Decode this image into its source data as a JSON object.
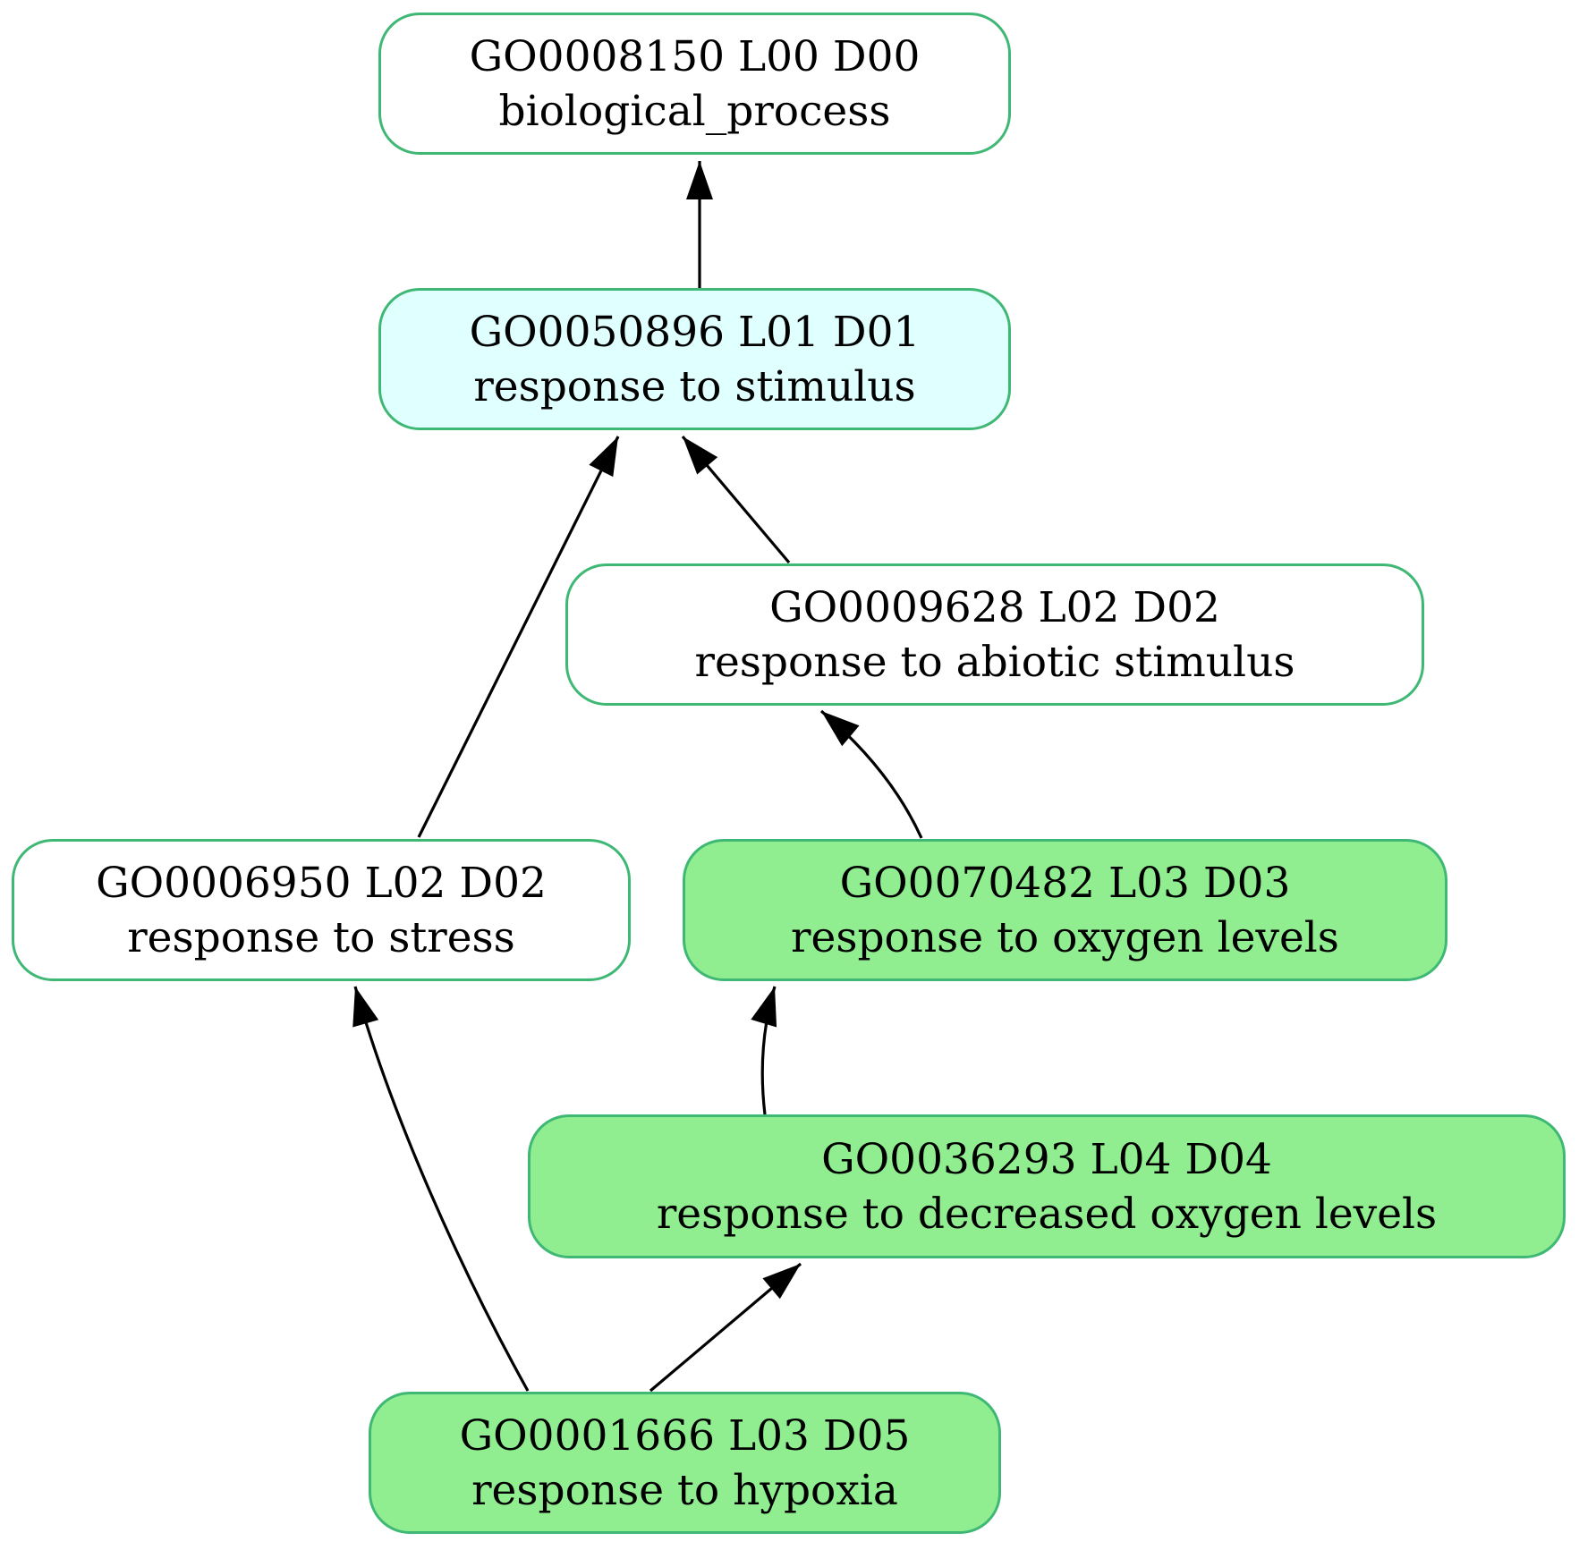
{
  "diagram": {
    "type": "gene-ontology-dag",
    "background": "#ffffff",
    "colors": {
      "node_border": "#3eb874",
      "edge": "#000000",
      "fill_white": "#ffffff",
      "fill_highlight_cyan": "#e0ffff",
      "fill_highlight_green": "#90ee90"
    },
    "nodes": [
      {
        "id": "GO0008150",
        "line1": "GO0008150 L00 D00",
        "line2": "biological_process",
        "fill": "#ffffff"
      },
      {
        "id": "GO0050896",
        "line1": "GO0050896 L01 D01",
        "line2": "response to stimulus",
        "fill": "#e0ffff"
      },
      {
        "id": "GO0009628",
        "line1": "GO0009628 L02 D02",
        "line2": "response to abiotic stimulus",
        "fill": "#ffffff"
      },
      {
        "id": "GO0006950",
        "line1": "GO0006950 L02 D02",
        "line2": "response to stress",
        "fill": "#ffffff"
      },
      {
        "id": "GO0070482",
        "line1": "GO0070482 L03 D03",
        "line2": "response to oxygen levels",
        "fill": "#90ee90"
      },
      {
        "id": "GO0036293",
        "line1": "GO0036293 L04 D04",
        "line2": "response to decreased oxygen levels",
        "fill": "#90ee90"
      },
      {
        "id": "GO0001666",
        "line1": "GO0001666 L03 D05",
        "line2": "response to hypoxia",
        "fill": "#90ee90"
      }
    ],
    "edges": [
      {
        "from": "GO0050896",
        "to": "GO0008150"
      },
      {
        "from": "GO0006950",
        "to": "GO0050896"
      },
      {
        "from": "GO0009628",
        "to": "GO0050896"
      },
      {
        "from": "GO0070482",
        "to": "GO0009628"
      },
      {
        "from": "GO0036293",
        "to": "GO0070482"
      },
      {
        "from": "GO0001666",
        "to": "GO0006950"
      },
      {
        "from": "GO0001666",
        "to": "GO0036293"
      }
    ]
  }
}
